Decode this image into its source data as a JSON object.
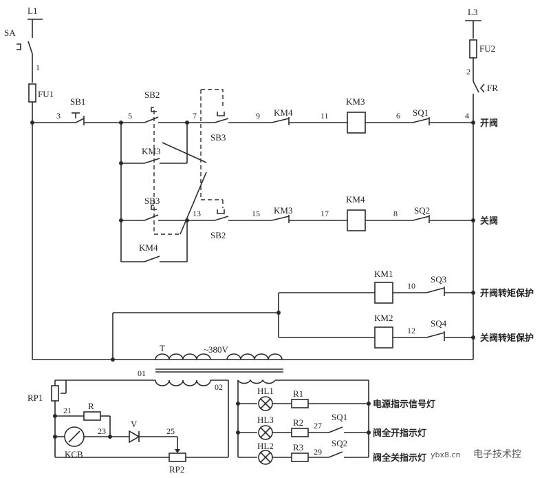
{
  "supply": {
    "l1": "L1",
    "l3": "L3"
  },
  "labels": {
    "sa": "SA",
    "fu1": "FU1",
    "fu2": "FU2",
    "fr": "FR",
    "sb1": "SB1",
    "sb2": "SB2",
    "sb3": "SB3",
    "km3": "KM3",
    "km4": "KM4",
    "km1": "KM1",
    "km2": "KM2",
    "sq1": "SQ1",
    "sq2": "SQ2",
    "sq3": "SQ3",
    "sq4": "SQ4",
    "t": "T",
    "voltage": "~380V",
    "rp1": "RP1",
    "rp2": "RP2",
    "r": "R",
    "v": "V",
    "kcb": "KCB",
    "hl1": "HL1",
    "hl2": "HL2",
    "hl3": "HL3",
    "r1": "R1",
    "r2": "R2",
    "r3": "R3"
  },
  "nodes": {
    "n1": "1",
    "n2": "2",
    "n3": "3",
    "n4": "4",
    "n5": "5",
    "n6": "6",
    "n7": "7",
    "n8": "8",
    "n9": "9",
    "n10": "10",
    "n11": "11",
    "n12": "12",
    "n13": "13",
    "n15": "15",
    "n17": "17",
    "n21": "21",
    "n23": "23",
    "n25": "25",
    "n27": "27",
    "n29": "29",
    "n01": "01",
    "n02": "02"
  },
  "functions": {
    "open_valve": "开阀",
    "close_valve": "关阀",
    "open_torque": "开阀转矩保护",
    "close_torque": "关阀转矩保护",
    "power_lamp": "电源指示信号灯",
    "fully_open_lamp": "阀全开指示灯",
    "fully_closed_lamp": "阀全关指示灯"
  },
  "watermark": {
    "site": "ybx8.cn",
    "brand": "电子技术控"
  }
}
